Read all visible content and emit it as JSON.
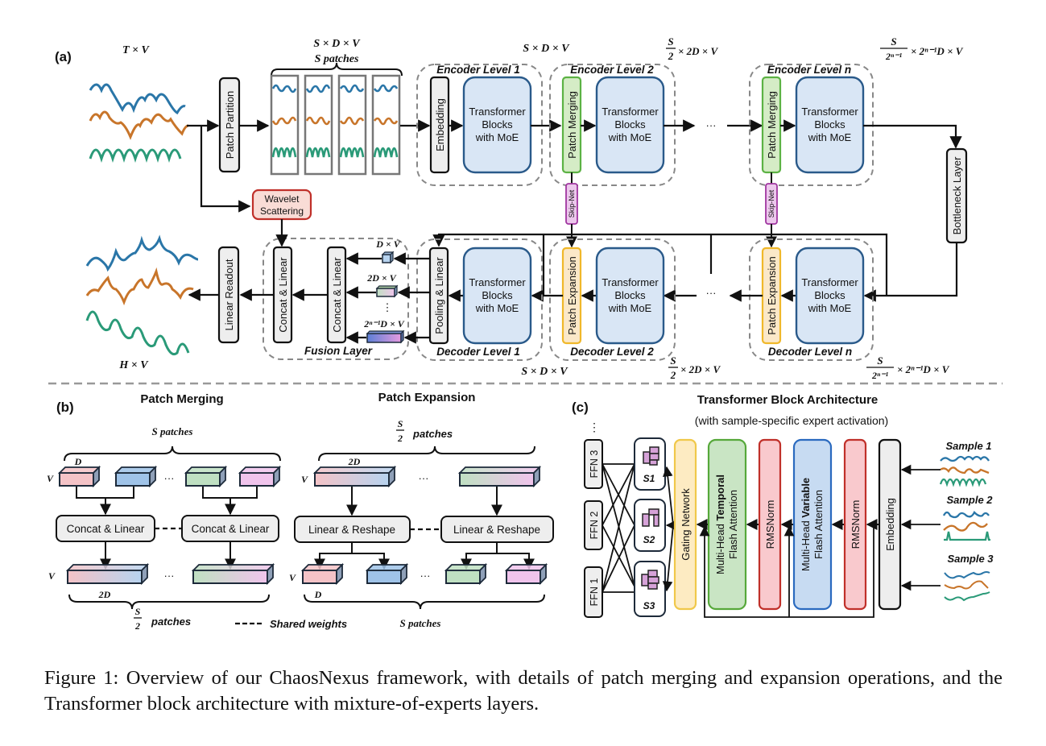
{
  "panel_labels": {
    "a": "(a)",
    "b": "(b)",
    "c": "(c)"
  },
  "colors": {
    "series_blue": "#2a76a8",
    "series_orange": "#c8752a",
    "series_green": "#2a9a78",
    "transformer_fill": "#d9e6f5",
    "transformer_stroke": "#2a5a8a",
    "patch_merging_fill": "#d5ecc6",
    "patch_merging_stroke": "#5cb244",
    "patch_expansion_fill": "#fbe8c8",
    "patch_expansion_stroke": "#f0b82a",
    "wavelet_fill": "#f9dcd6",
    "wavelet_stroke": "#c0302a",
    "skipnet_fill": "#ecc7ec",
    "skipnet_stroke": "#a036a0",
    "gray_box_fill": "#eeeeee",
    "rmsnorm_fill": "#f9c9cd",
    "rmsnorm_stroke": "#c0302a",
    "gating_fill": "#fdebc2",
    "gating_stroke": "#f0c84a",
    "temporal_fill": "#c9e5c4",
    "temporal_stroke": "#56a83a",
    "variable_fill": "#c7dbf2",
    "variable_stroke": "#2a6abf"
  },
  "panel_a": {
    "input_dims": "T × V",
    "output_dims": "H × V",
    "patch_partition": "Patch Partition",
    "patch_dims": "S × D × V",
    "patch_label": "S patches",
    "wavelet": [
      "Wavelet",
      "Scattering"
    ],
    "encoder_levels": [
      {
        "title": "Encoder Level 1",
        "first_block": "Embedding",
        "dims": "S × D × V"
      },
      {
        "title": "Encoder Level 2",
        "first_block": "Patch Merging",
        "dims_num": "S",
        "dims_den": "2",
        "dims_rest": "× 2D × V"
      },
      {
        "title": "Encoder Level n",
        "first_block": "Patch Merging",
        "dims_num": "S",
        "dims_den": "2ⁿ⁻¹",
        "dims_rest": "× 2ⁿ⁻¹D × V"
      }
    ],
    "transformer_block": [
      "Transformer",
      "Blocks",
      "with MoE"
    ],
    "skip_net": "Skip-Net",
    "bottleneck": "Bottleneck Layer",
    "ellipsis": "···",
    "decoder_levels": [
      {
        "title": "Decoder Level 1",
        "first_block": "Pooling & Linear",
        "dims": "S × D × V"
      },
      {
        "title": "Decoder Level 2",
        "first_block": "Patch Expansion",
        "dims_num": "S",
        "dims_den": "2",
        "dims_rest": "× 2D × V"
      },
      {
        "title": "Decoder Level n",
        "first_block": "Patch Expansion",
        "dims_num": "S",
        "dims_den": "2ⁿ⁻¹",
        "dims_rest": "× 2ⁿ⁻¹D × V"
      }
    ],
    "fusion": {
      "title": "Fusion Layer",
      "concat_inner": "Concat & Linear",
      "concat_outer": "Concat & Linear",
      "features": [
        "D × V",
        "2D × V",
        "2ⁿ⁻¹D × V"
      ],
      "vdots": "⋮"
    },
    "linear_readout": "Linear Readout"
  },
  "panel_b": {
    "merging": {
      "title": "Patch Merging",
      "top_brace": "S patches",
      "D": "D",
      "V": "V",
      "op": "Concat & Linear",
      "out_dim": "2D",
      "bottom_num": "S",
      "bottom_den": "2",
      "bottom_label": "patches",
      "ellipsis": "···"
    },
    "expansion": {
      "title": "Patch Expansion",
      "top_num": "S",
      "top_den": "2",
      "top_label": "patches",
      "in_dim": "2D",
      "V": "V",
      "op": "Linear & Reshape",
      "out_dim": "D",
      "bottom_brace": "S patches",
      "ellipsis": "···"
    },
    "legend_shared": "Shared weights"
  },
  "panel_c": {
    "title": "Transformer Block Architecture",
    "subtitle": "(with sample-specific expert activation)",
    "ffn": [
      "FFN 3",
      "FFN 2",
      "FFN 1"
    ],
    "ffn_vdots": "⋮",
    "slots": [
      "S1",
      "S2",
      "S3"
    ],
    "gating": "Gating Network",
    "temporal_attention": {
      "prefix": "Multi-Head ",
      "bold": "Temporal",
      "line2": "Flash Attention"
    },
    "rmsnorm": "RMSNorm",
    "variable_attention": {
      "prefix": "Multi-Head ",
      "bold": "Variable",
      "line2": "Flash Attention"
    },
    "embedding": "Embedding",
    "samples": [
      "Sample 1",
      "Sample 2",
      "Sample 3"
    ]
  },
  "caption": "Figure 1: Overview of our ChaosNexus framework, with details of patch merging and expansion operations, and the Transformer block architecture with mixture-of-experts layers."
}
